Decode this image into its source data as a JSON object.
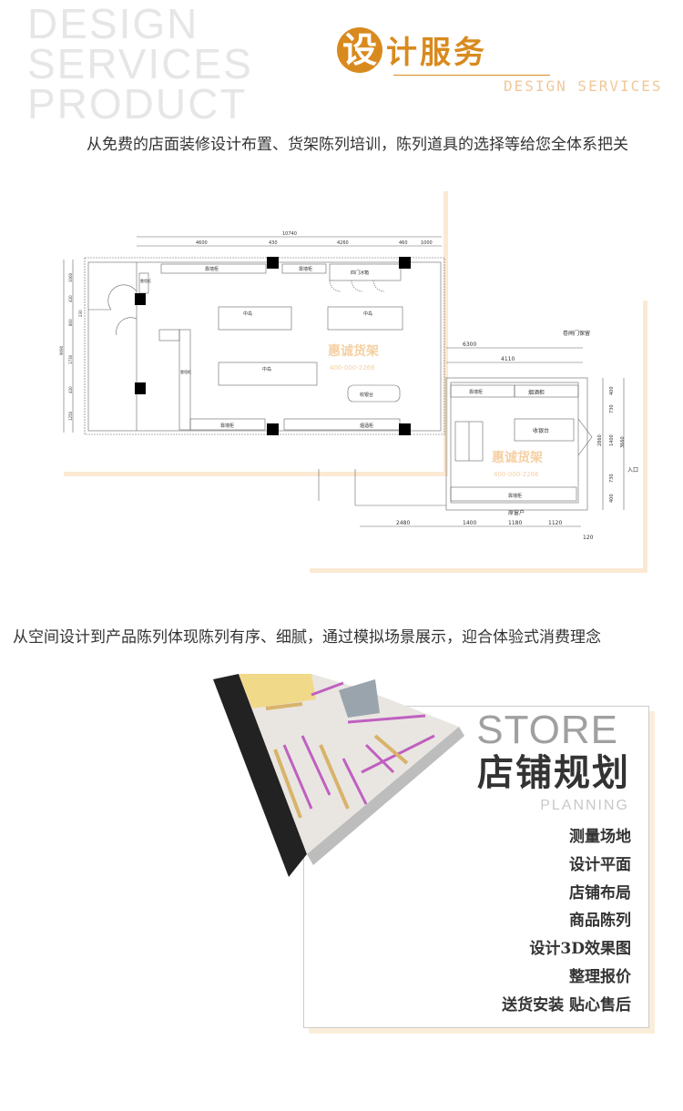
{
  "header": {
    "ghost_line1": "DESIGN",
    "ghost_line2": "SERVICES PRODUCT",
    "circle_char": "设",
    "title_rest": "计服务",
    "subtitle": "DESIGN SERVICES",
    "accent_color": "#d98a1e"
  },
  "intro1": "从免费的店面装修设计布置、货架陈列培训，陈列道具的选择等给您全体系把关",
  "plan1": {
    "dims_top": [
      "10740",
      "4600",
      "430",
      "4260",
      "460",
      "1000"
    ],
    "dims_left": [
      "9090",
      "1060",
      "430",
      "800",
      "1730",
      "430",
      "1250",
      "230"
    ],
    "labels": {
      "wall_a": "靠墙柜",
      "wall_b": "靠墙柜",
      "freezer": "四门冰箱",
      "wall_v1": "靠墙柜",
      "mid1": "中岛",
      "mid2": "中岛",
      "mid3": "中岛",
      "wall_v2": "靠墙柜",
      "cashier": "收银台",
      "wall_c": "靠墙柜",
      "tobacco": "烟酒柜"
    },
    "watermark": "惠诚货架",
    "watermark_phone": "400-000-2266"
  },
  "plan2": {
    "note_top": "卷闸门保留",
    "dims_top": [
      "6300",
      "4110"
    ],
    "dims_right": [
      "400",
      "730",
      "1400",
      "730",
      "400",
      "2860",
      "3660"
    ],
    "entrance": "入口",
    "dims_bottom": [
      "2480",
      "1400",
      "1180",
      "1120",
      "120"
    ],
    "window": "原窗户",
    "labels": {
      "wall_a": "靠墙柜",
      "tobacco": "烟酒柜",
      "cashier": "收银台",
      "wall_b": "靠墙柜"
    },
    "watermark": "惠诚货架",
    "watermark_phone": "400-000-2266"
  },
  "intro2": "从空间设计到产品陈列体现陈列有序、细腻，通过模拟场景展示，迎合体验式消费理念",
  "panel": {
    "store": "STORE",
    "title": "店铺规划",
    "planning": "PLANNING",
    "items": [
      "测量场地",
      "设计平面",
      "店铺布局",
      "商品陈列",
      "设计3D效果图",
      "整理报价",
      "送货安装 贴心售后"
    ]
  }
}
